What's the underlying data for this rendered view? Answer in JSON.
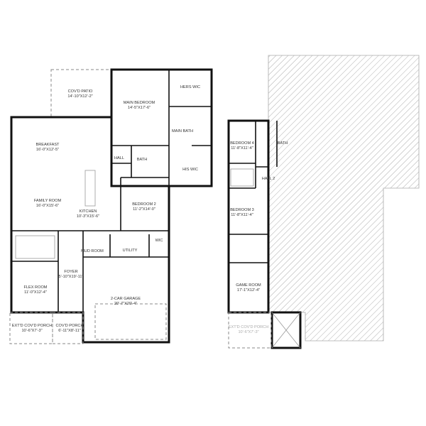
{
  "first_floor": {
    "rooms": [
      {
        "name": "COV'D PATIO",
        "size": "14'-10\"X12'-2\""
      },
      {
        "name": "MAIN BEDROOM",
        "size": "14'-5\"X17'-6\""
      },
      {
        "name": "HERS WIC",
        "size": ""
      },
      {
        "name": "MAIN BATH",
        "size": ""
      },
      {
        "name": "HIS WIC",
        "size": ""
      },
      {
        "name": "BREAKFAST",
        "size": "16'-0\"X12'-5\""
      },
      {
        "name": "HALL",
        "size": ""
      },
      {
        "name": "BATH",
        "size": ""
      },
      {
        "name": "FAMILY ROOM",
        "size": "16'-0\"X15'-6\""
      },
      {
        "name": "KITCHEN",
        "size": "10'-3\"X15'-6\""
      },
      {
        "name": "BEDROOM 2",
        "size": "11'-2\"X14'-0\""
      },
      {
        "name": "MUD ROOM",
        "size": ""
      },
      {
        "name": "UTILITY",
        "size": ""
      },
      {
        "name": "WIC",
        "size": ""
      },
      {
        "name": "FOYER",
        "size": "5'-10\"X19'-11\""
      },
      {
        "name": "FLEX ROOM",
        "size": "11'-0\"X12'-4\""
      },
      {
        "name": "2-CAR GARAGE",
        "size": "20'-7\"X20'-4\""
      },
      {
        "name": "EXT'D COV'D PORCH",
        "size": "10'-6\"X7'-3\""
      },
      {
        "name": "COV'D PORCH",
        "size": "6'-11\"X8'-11\""
      }
    ]
  },
  "second_floor": {
    "rooms": [
      {
        "name": "BEDROOM 4",
        "size": "11'-8\"X11'-4\""
      },
      {
        "name": "BATH",
        "size": ""
      },
      {
        "name": "HALL 2",
        "size": ""
      },
      {
        "name": "BEDROOM 3",
        "size": "11'-8\"X11'-4\""
      },
      {
        "name": "GAME ROOM",
        "size": "17'-1\"X12'-4\""
      },
      {
        "name": "EXT'D COV'D PORCH",
        "size": "10'-6\"X7'-3\""
      }
    ]
  },
  "colors": {
    "wall": "#111111",
    "hatch": "#9a9a9a",
    "background": "#ffffff"
  }
}
